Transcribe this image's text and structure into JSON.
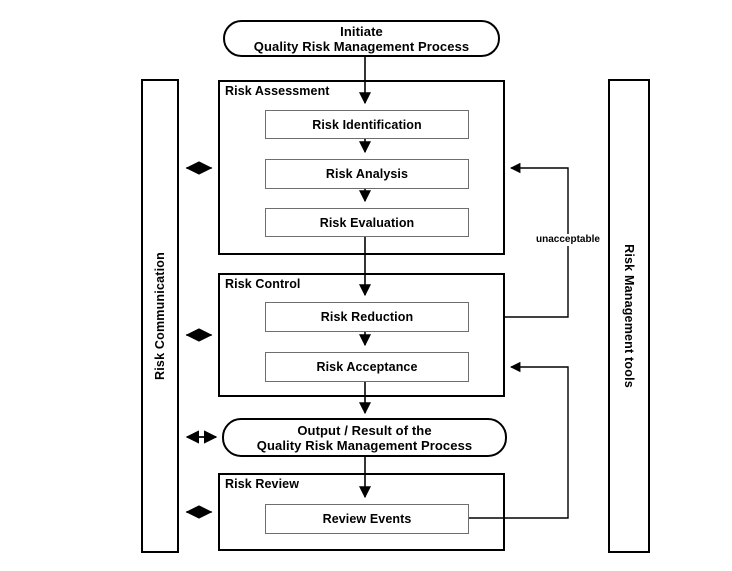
{
  "diagram": {
    "initiate": {
      "line1": "Initiate",
      "line2": "Quality Risk Management Process"
    },
    "left_bar": {
      "label": "Risk Communication"
    },
    "right_bar": {
      "label": "Risk Management tools"
    },
    "assessment": {
      "label": "Risk Assessment",
      "steps": [
        "Risk Identification",
        "Risk Analysis",
        "Risk Evaluation"
      ]
    },
    "control": {
      "label": "Risk Control",
      "steps": [
        "Risk Reduction",
        "Risk Acceptance"
      ]
    },
    "output": {
      "line1": "Output / Result of the",
      "line2": "Quality Risk Management Process"
    },
    "review": {
      "label": "Risk Review",
      "steps": [
        "Review Events"
      ]
    },
    "feedback_label": "unacceptable",
    "colors": {
      "line": "#000000",
      "inner_border": "#6e6e6e",
      "text": "#000000",
      "background": "#ffffff"
    }
  }
}
